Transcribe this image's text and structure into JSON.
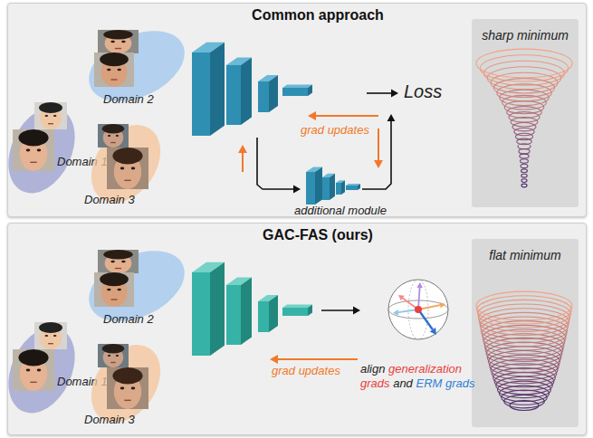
{
  "diagram": {
    "nodes": [
      {
        "text": [
          "Common approach"
        ]
      },
      {
        "text": [
          "Domain 2"
        ],
        "in": 0
      },
      {
        "text": [
          "Domain 1"
        ],
        "in": 0
      },
      {
        "text": [
          "Domain 3"
        ],
        "in": 0
      },
      {
        "text": [
          "additional module"
        ],
        "in": 0
      },
      {
        "text": [
          "sharp minimum"
        ],
        "in": 0
      },
      {
        "text": [
          "GAC-FAS (ours)"
        ]
      },
      {
        "text": [
          "Domain 2"
        ],
        "in": 6
      },
      {
        "text": [
          "Domain 1"
        ],
        "in": 6
      },
      {
        "text": [
          "Domain 3"
        ],
        "in": 6
      },
      {
        "text": [
          "flat minimum"
        ],
        "in": 6
      }
    ],
    "labels": [
      "Loss",
      "grad updates",
      "grad updates",
      "align",
      "generalization grads",
      "and",
      "ERM grads"
    ]
  }
}
